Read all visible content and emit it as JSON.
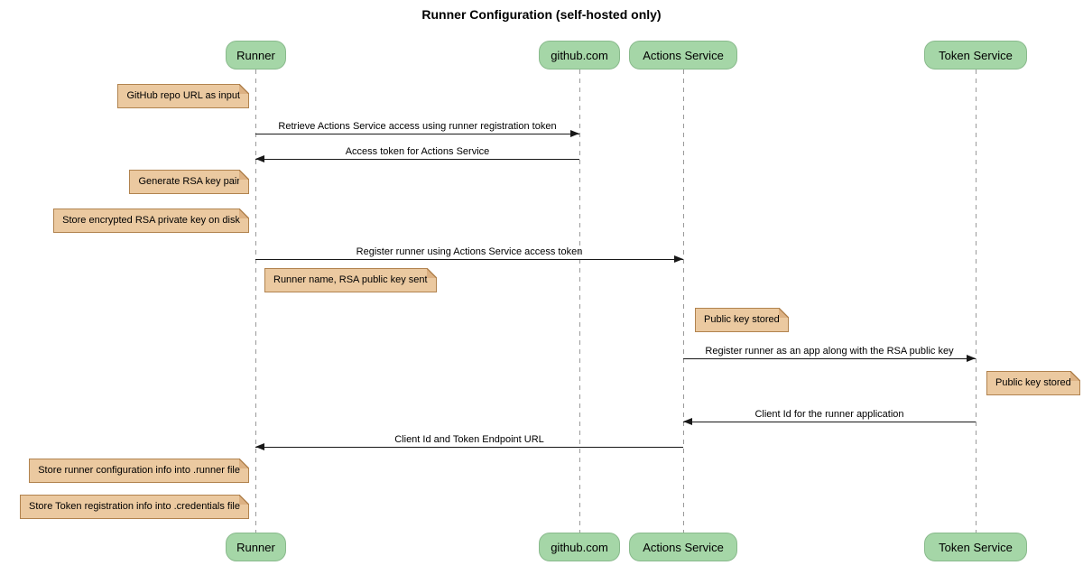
{
  "title": "Runner Configuration (self-hosted only)",
  "participants": [
    {
      "name": "Runner"
    },
    {
      "name": "github.com"
    },
    {
      "name": "Actions Service"
    },
    {
      "name": "Token Service"
    }
  ],
  "messages": [
    {
      "label": "Retrieve Actions Service access using runner registration token",
      "from": "Runner",
      "to": "github.com"
    },
    {
      "label": "Access token for Actions Service",
      "from": "github.com",
      "to": "Runner"
    },
    {
      "label": "Register runner using Actions Service access token",
      "from": "Runner",
      "to": "Actions Service"
    },
    {
      "label": "Register runner as an app along with the RSA public key",
      "from": "Actions Service",
      "to": "Token Service"
    },
    {
      "label": "Client Id for the runner application",
      "from": "Token Service",
      "to": "Actions Service"
    },
    {
      "label": "Client Id and Token Endpoint URL",
      "from": "Actions Service",
      "to": "Runner"
    }
  ],
  "notes": [
    {
      "text": "GitHub repo URL as input",
      "placement": "left of Runner"
    },
    {
      "text": "Generate RSA key pair",
      "placement": "left of Runner"
    },
    {
      "text": "Store encrypted RSA private key on disk",
      "placement": "left of Runner"
    },
    {
      "text": "Runner name, RSA public key sent",
      "placement": "right of Runner"
    },
    {
      "text": "Public key stored",
      "placement": "right of Actions Service"
    },
    {
      "text": "Public key stored",
      "placement": "right of Token Service"
    },
    {
      "text": "Store runner configuration info into .runner file",
      "placement": "left of Runner"
    },
    {
      "text": "Store Token registration info into .credentials file",
      "placement": "left of Runner"
    }
  ],
  "colors": {
    "participant_fill": "#A5D6A7",
    "participant_border": "#89BA8C",
    "note_fill": "#EBC9A0",
    "note_border": "#B1834F",
    "lifeline": "#9A9A9A",
    "arrow": "#181818"
  }
}
